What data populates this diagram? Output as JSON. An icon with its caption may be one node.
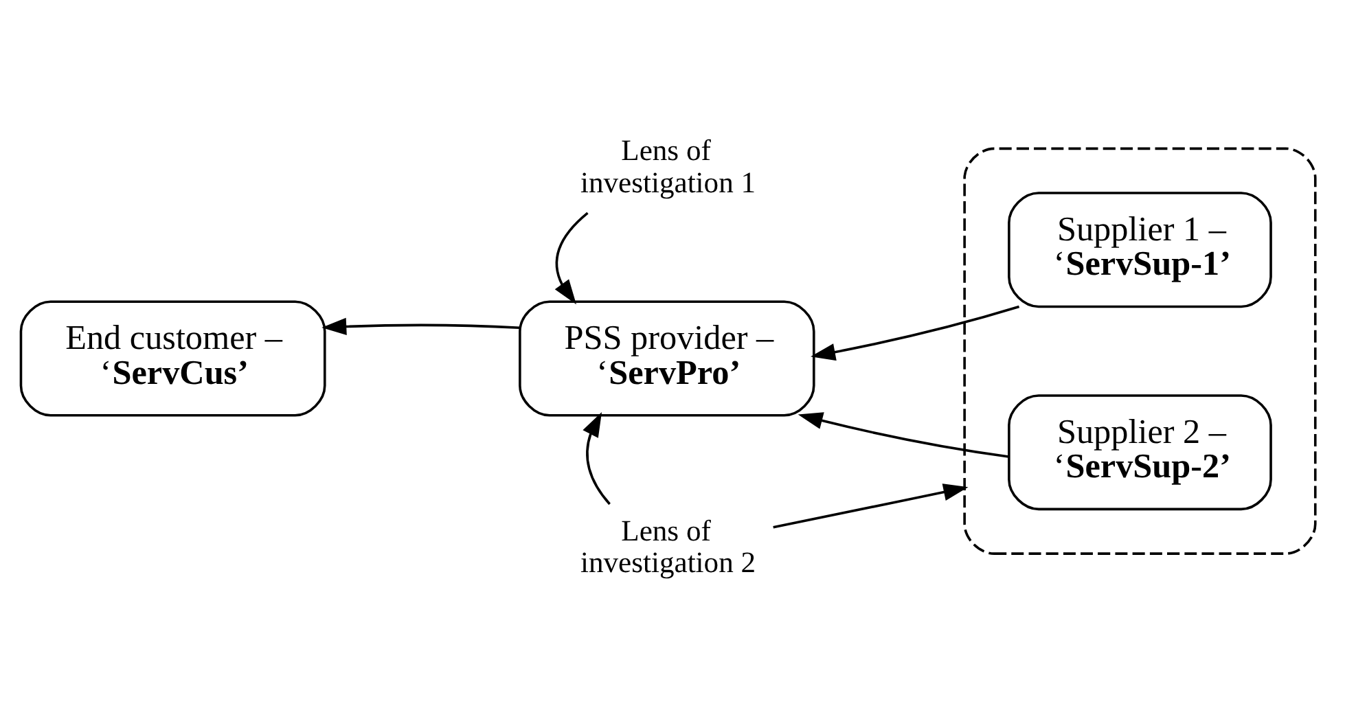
{
  "diagram": {
    "nodes": [
      {
        "text": [
          "Lens of investigation 1"
        ]
      },
      {
        "text": [
          "End customer – ‘**ServCus’**"
        ]
      },
      {
        "text": [
          "PSS provider – ‘**ServPro’**"
        ]
      },
      {
        "text": [],
        "shape": "box"
      },
      {
        "text": [
          "Supplier 1 – ‘**ServSup-1’**"
        ],
        "in": 3
      },
      {
        "text": [
          "Supplier 2 – ‘**ServSup-2’**"
        ],
        "in": 3
      },
      {
        "text": [
          "Lens of investigation 2"
        ]
      }
    ],
    "edges": [
      {
        "from": 0,
        "to": 2,
        "arrow": "to"
      },
      {
        "from": 2,
        "to": 1,
        "arrow": "to"
      },
      {
        "from": 4,
        "to": 2,
        "arrow": "to"
      },
      {
        "from": 5,
        "to": 2,
        "arrow": "to"
      },
      {
        "from": 6,
        "to": 2,
        "arrow": "to"
      },
      {
        "from": 6,
        "to": 3,
        "arrow": "to"
      }
    ]
  }
}
